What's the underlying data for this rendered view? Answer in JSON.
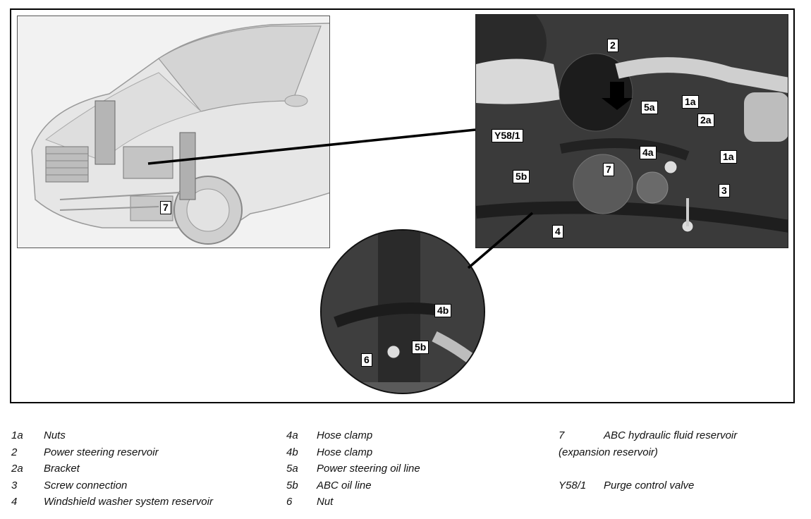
{
  "diagram": {
    "car_callouts": [
      "7"
    ],
    "photo_callouts": {
      "c2": "2",
      "c1a_top": "1a",
      "c5a": "5a",
      "c2a": "2a",
      "cY58": "Y58/1",
      "c4a": "4a",
      "c1a_right": "1a",
      "c7": "7",
      "c5b": "5b",
      "c3": "3",
      "c4": "4"
    },
    "detail_callouts": {
      "c4b": "4b",
      "c5b": "5b",
      "c6": "6"
    }
  },
  "legend": {
    "col1": [
      {
        "code": "1a",
        "desc": "Nuts"
      },
      {
        "code": "2",
        "desc": "Power steering reservoir"
      },
      {
        "code": "2a",
        "desc": "Bracket"
      },
      {
        "code": "3",
        "desc": "Screw connection"
      },
      {
        "code": "4",
        "desc": "Windshield washer system reservoir"
      }
    ],
    "col2": [
      {
        "code": "4a",
        "desc": "Hose clamp"
      },
      {
        "code": "4b",
        "desc": "Hose clamp"
      },
      {
        "code": "5a",
        "desc": "Power steering oil line"
      },
      {
        "code": "5b",
        "desc": "ABC oil line"
      },
      {
        "code": "6",
        "desc": "Nut"
      }
    ],
    "col3": [
      {
        "code": "7",
        "desc": "ABC hydraulic fluid reservoir"
      },
      {
        "code": "",
        "desc": "(expansion reservoir)"
      },
      {
        "code": "",
        "desc": ""
      },
      {
        "code": "Y58/1",
        "desc": "Purge control valve"
      }
    ]
  }
}
